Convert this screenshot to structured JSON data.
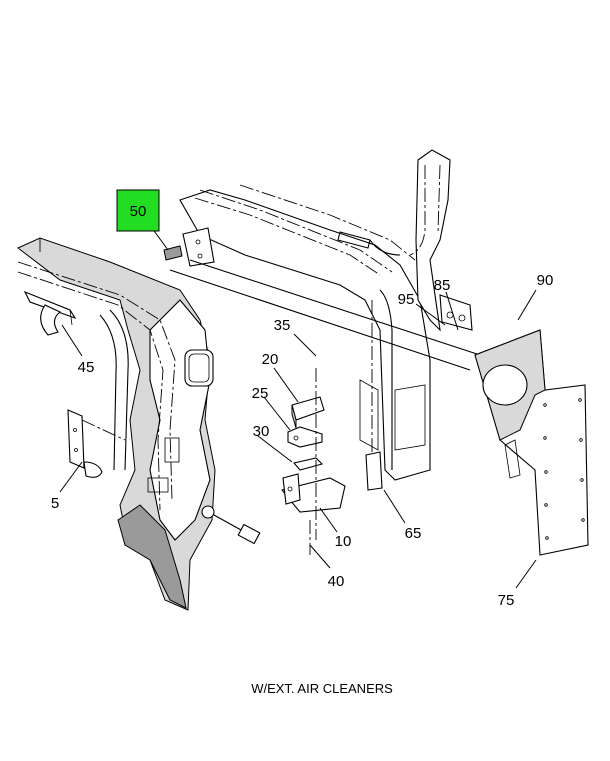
{
  "highlight_color": "#22dd22",
  "callouts": {
    "c50": "50",
    "c45": "45",
    "c5": "5",
    "c35": "35",
    "c20": "20",
    "c25": "25",
    "c30": "30",
    "c10": "10",
    "c40": "40",
    "c65": "65",
    "c95": "95",
    "c85": "85",
    "c90": "90",
    "c75": "75"
  },
  "caption": "W/EXT. AIR CLEANERS"
}
